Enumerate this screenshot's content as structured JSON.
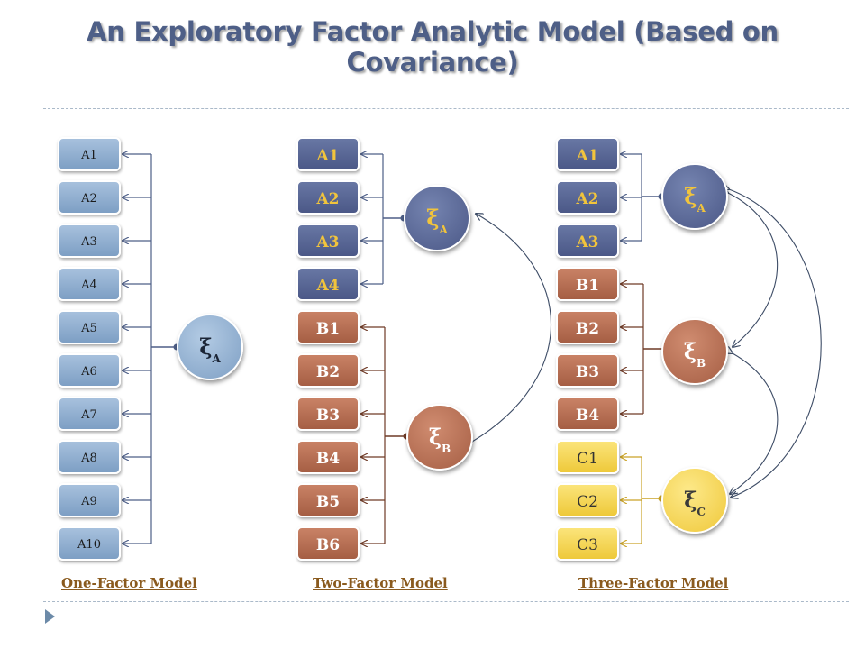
{
  "title": "An Exploratory Factor Analytic Model (Based on Covariance)",
  "colors": {
    "title": "#4e5f87",
    "light_line": "#4e5f87",
    "navy_line": "#4e5f87",
    "brown_line": "#6f3a26",
    "gold_line": "#c9a227",
    "caption": "#8a5a1e"
  },
  "one_factor": {
    "caption": "One-Factor Model",
    "indicators": [
      "A1",
      "A2",
      "A3",
      "A4",
      "A5",
      "A6",
      "A7",
      "A8",
      "A9",
      "A10"
    ],
    "factor": {
      "symbol": "ξ",
      "subscript": "A"
    }
  },
  "two_factor": {
    "caption": "Two-Factor Model",
    "indicators_a": [
      "A1",
      "A2",
      "A3",
      "A4"
    ],
    "indicators_b": [
      "B1",
      "B2",
      "B3",
      "B4",
      "B5",
      "B6"
    ],
    "factor_a": {
      "symbol": "ξ",
      "subscript": "A"
    },
    "factor_b": {
      "symbol": "ξ",
      "subscript": "B"
    }
  },
  "three_factor": {
    "caption": "Three-Factor Model",
    "indicators_a": [
      "A1",
      "A2",
      "A3"
    ],
    "indicators_b": [
      "B1",
      "B2",
      "B3",
      "B4"
    ],
    "indicators_c": [
      "C1",
      "C2",
      "C3"
    ],
    "factor_a": {
      "symbol": "ξ",
      "subscript": "A"
    },
    "factor_b": {
      "symbol": "ξ",
      "subscript": "B"
    },
    "factor_c": {
      "symbol": "ξ",
      "subscript": "C"
    }
  }
}
